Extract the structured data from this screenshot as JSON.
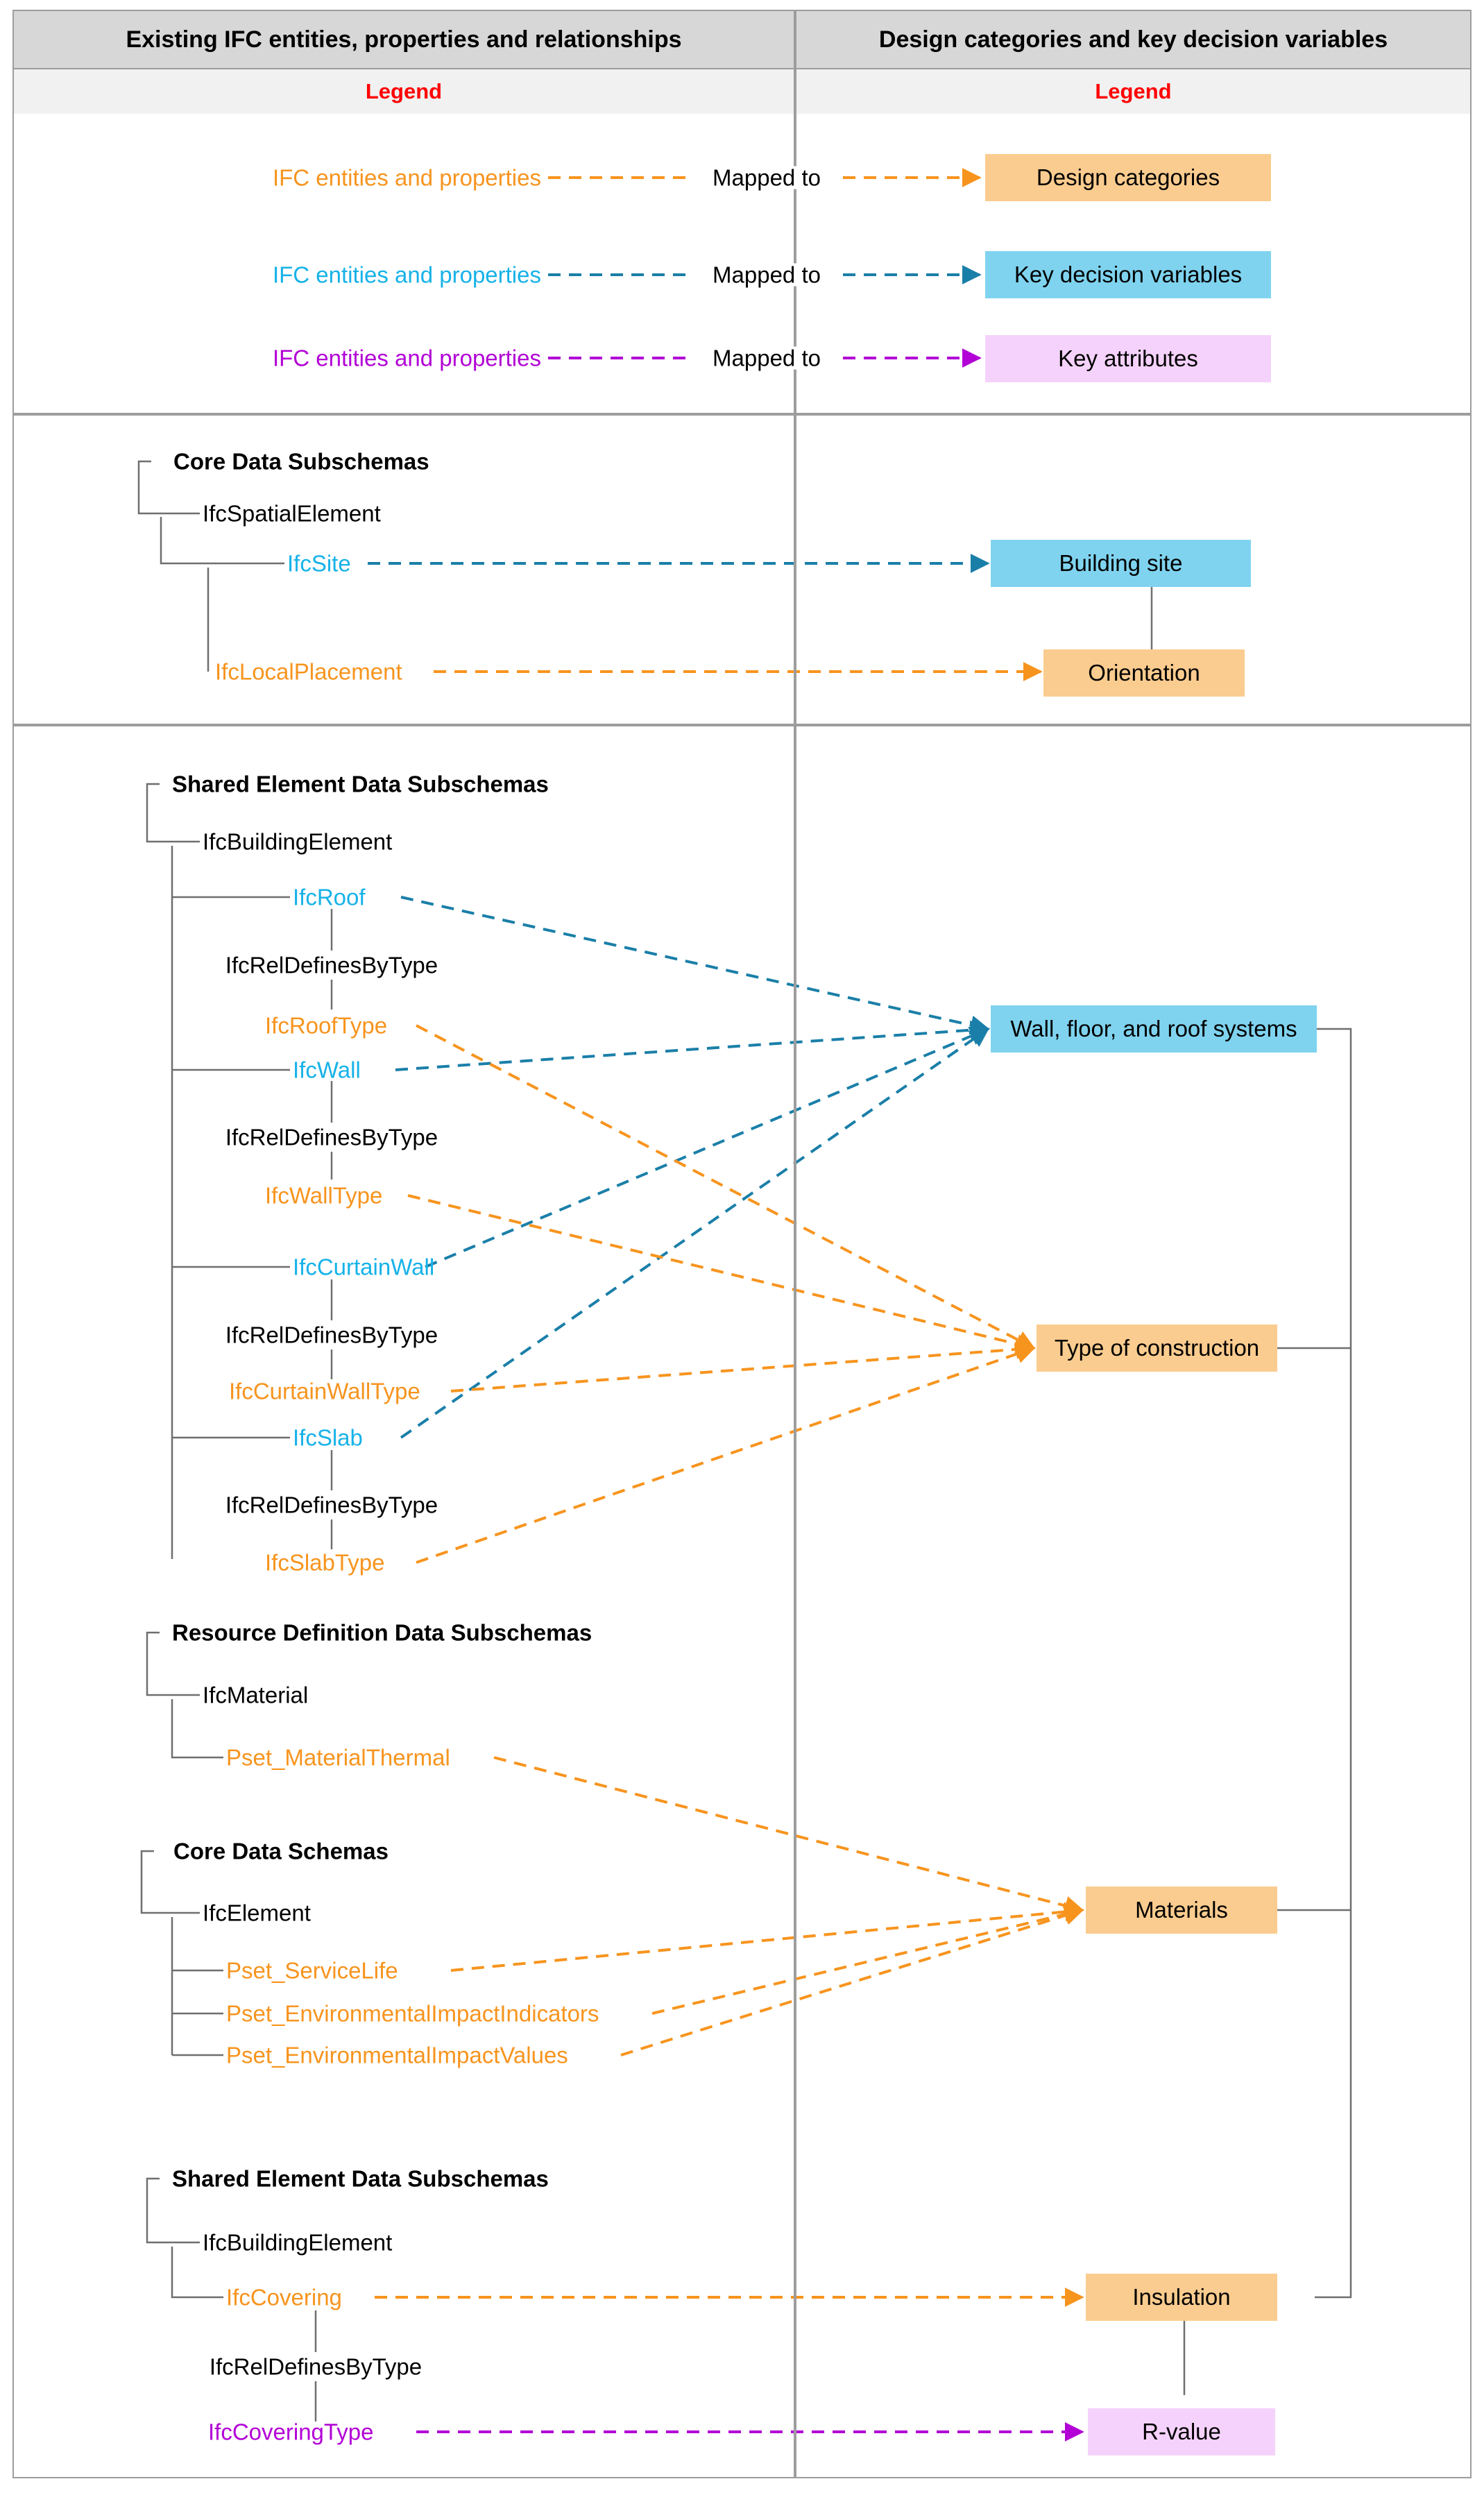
{
  "header": {
    "left": "Existing IFC entities, properties and relationships",
    "right": "Design categories and key decision variables"
  },
  "legend_band": {
    "left": "Legend",
    "right": "Legend"
  },
  "colors": {
    "design_categories": "#fbcc8f",
    "key_decision_variables": "#7fd3ef",
    "key_attributes": "#f5d2fb",
    "orange_line": "#f7941e",
    "blue_line": "#1a7fa8",
    "purple_line": "#b200d6",
    "legend_text": "#ff0000",
    "header_bg": "#d7d7d7",
    "legend_bg": "#f1f1f1",
    "border": "#9d9d9d",
    "tree_line": "#6f6f6f"
  },
  "legend": {
    "rows": [
      {
        "source": "IFC entities and properties",
        "relation": "Mapped to",
        "target": "Design categories",
        "style": "orange"
      },
      {
        "source": "IFC entities and properties",
        "relation": "Mapped to",
        "target": "Key decision variables",
        "style": "blue"
      },
      {
        "source": "IFC entities and properties",
        "relation": "Mapped to",
        "target": "Key attributes",
        "style": "purple"
      }
    ]
  },
  "sections": [
    {
      "id": "core-data-subschemas",
      "schema_title": "Core Data Subschemas",
      "tree": [
        {
          "label": "IfcSpatialElement",
          "style": "black"
        },
        {
          "label": "IfcSite",
          "style": "blue"
        },
        {
          "label": "IfcLocalPlacement",
          "style": "orange"
        }
      ],
      "targets": [
        {
          "label": "Building site",
          "style": "blue"
        },
        {
          "label": "Orientation",
          "style": "orange"
        }
      ]
    },
    {
      "id": "shared-element-data-subschemas-1",
      "schema_title": "Shared Element Data Subschemas",
      "tree": [
        {
          "label": "IfcBuildingElement",
          "style": "black"
        },
        {
          "label": "IfcRoof",
          "style": "blue"
        },
        {
          "label": "IfcRelDefinesByType",
          "style": "black"
        },
        {
          "label": "IfcRoofType",
          "style": "orange"
        },
        {
          "label": "IfcWall",
          "style": "blue"
        },
        {
          "label": "IfcRelDefinesByType",
          "style": "black"
        },
        {
          "label": "IfcWallType",
          "style": "orange"
        },
        {
          "label": "IfcCurtainWall",
          "style": "blue"
        },
        {
          "label": "IfcRelDefinesByType",
          "style": "black"
        },
        {
          "label": "IfcCurtainWallType",
          "style": "orange"
        },
        {
          "label": "IfcSlab",
          "style": "blue"
        },
        {
          "label": "IfcRelDefinesByType",
          "style": "black"
        },
        {
          "label": "IfcSlabType",
          "style": "orange"
        }
      ]
    },
    {
      "id": "resource-definition-data-subschemas",
      "schema_title": "Resource Definition Data Subschemas",
      "tree": [
        {
          "label": "IfcMaterial",
          "style": "black"
        },
        {
          "label": "Pset_MaterialThermal",
          "style": "orange"
        }
      ]
    },
    {
      "id": "core-data-schemas",
      "schema_title": "Core Data Schemas",
      "tree": [
        {
          "label": "IfcElement",
          "style": "black"
        },
        {
          "label": "Pset_ServiceLife",
          "style": "orange"
        },
        {
          "label": "Pset_EnvironmentalImpactIndicators",
          "style": "orange"
        },
        {
          "label": "Pset_EnvironmentalImpactValues",
          "style": "orange"
        }
      ]
    },
    {
      "id": "shared-element-data-subschemas-2",
      "schema_title": "Shared Element Data Subschemas",
      "tree": [
        {
          "label": "IfcBuildingElement",
          "style": "black"
        },
        {
          "label": "IfcCovering",
          "style": "orange"
        },
        {
          "label": "IfcRelDefinesByType",
          "style": "black"
        },
        {
          "label": "IfcCoveringType",
          "style": "purple"
        }
      ]
    }
  ],
  "target_boxes": [
    {
      "label": "Wall, floor, and roof systems",
      "style": "blue"
    },
    {
      "label": "Type of construction",
      "style": "orange"
    },
    {
      "label": "Materials",
      "style": "orange"
    },
    {
      "label": "Insulation",
      "style": "orange"
    },
    {
      "label": "R-value",
      "style": "purple"
    }
  ]
}
